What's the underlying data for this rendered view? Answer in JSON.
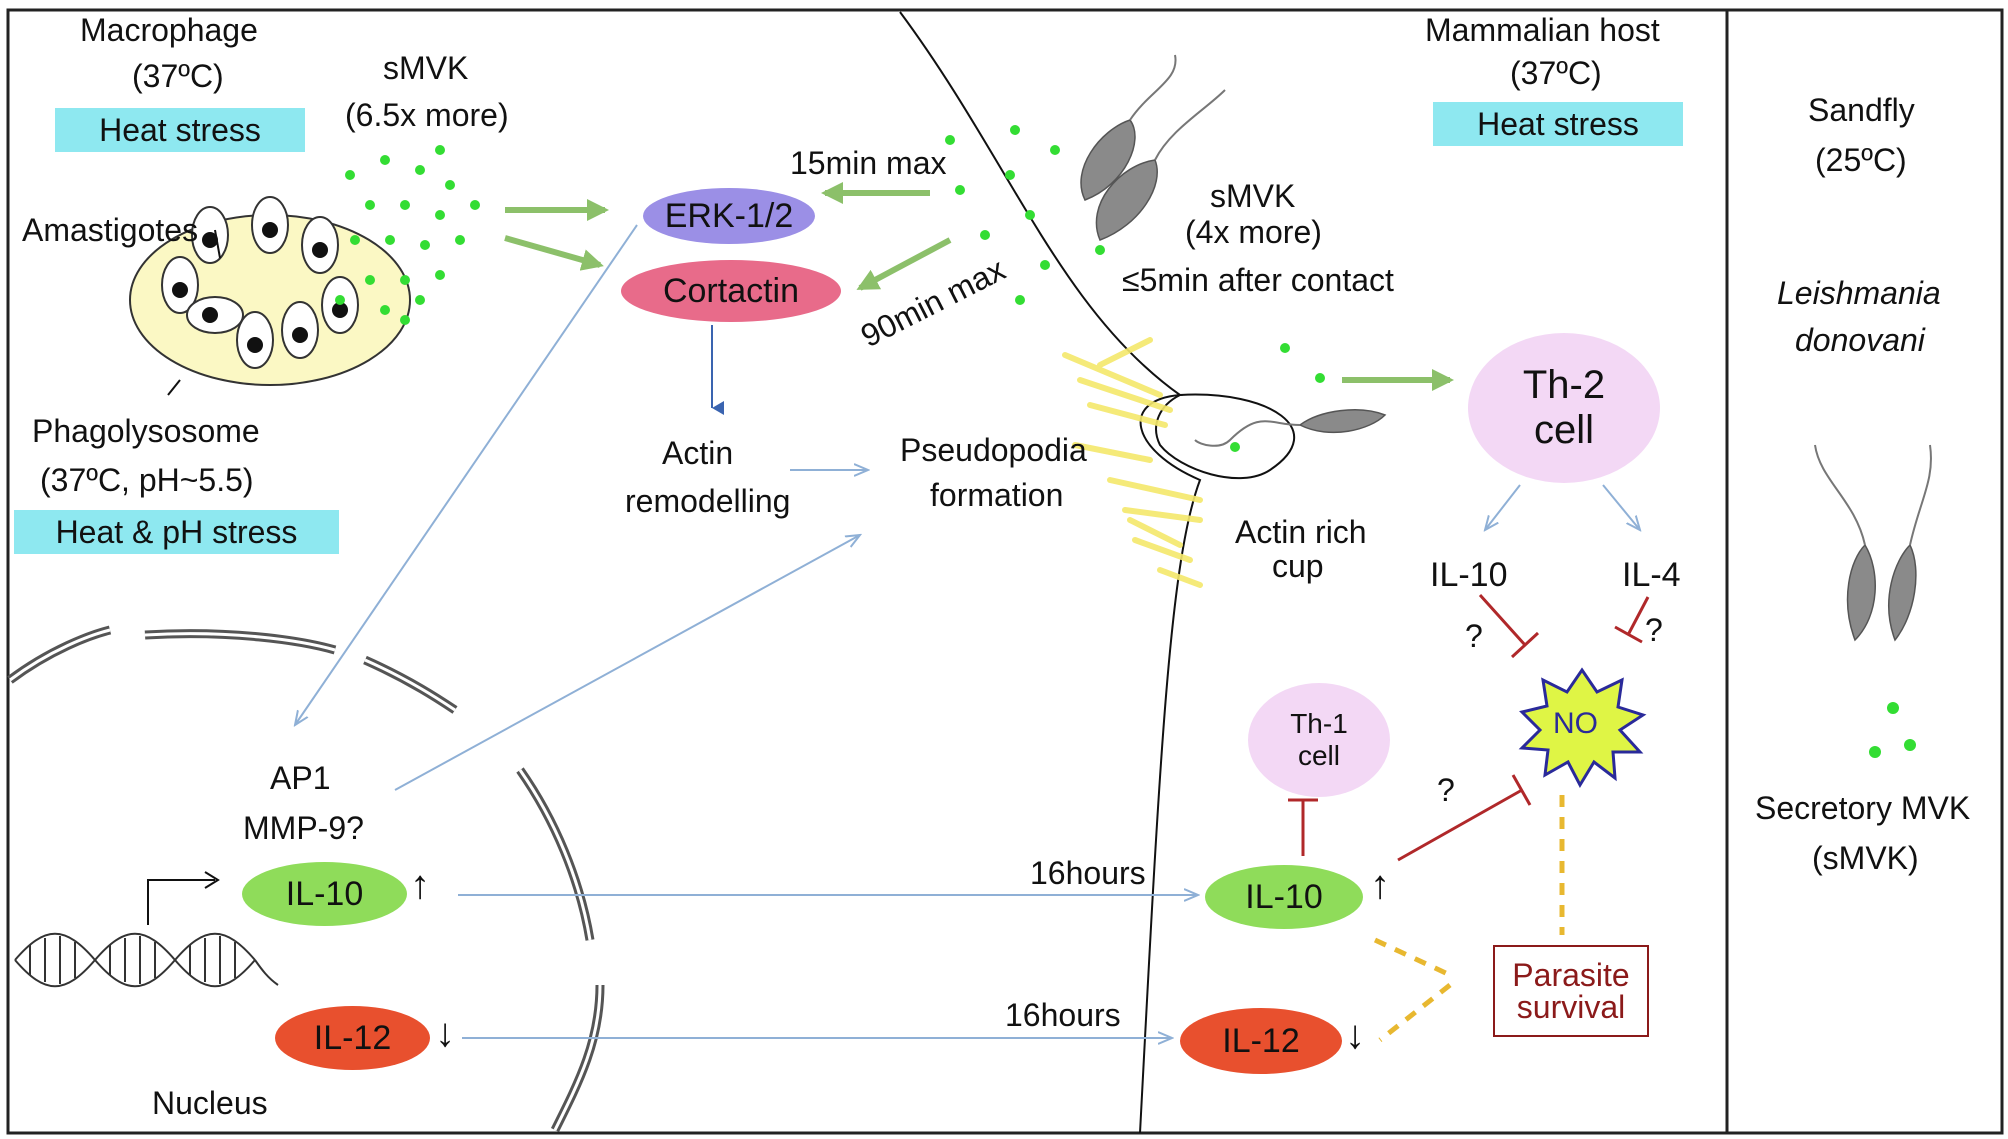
{
  "macrophage": {
    "title": "Macrophage",
    "temp": "(37ºC)",
    "stress": "Heat stress",
    "amastigotes": "Amastigotes",
    "phagolysosome": "Phagolysosome",
    "phago_conditions": "(37ºC, pH~5.5)",
    "phago_stress": "Heat & pH stress",
    "smvk": "sMVK",
    "smvk_amount": "(6.5x more)",
    "nucleus": "Nucleus"
  },
  "signaling": {
    "erk": "ERK-1/2",
    "cortactin": "Cortactin",
    "erk_time": "15min max",
    "cortactin_time": "90min max",
    "actin_1": "Actin",
    "actin_2": "remodelling",
    "pseudo_1": "Pseudopodia",
    "pseudo_2": "formation",
    "ap1": "AP1",
    "mmp9": "MMP-9?",
    "il10": "IL-10",
    "il12": "IL-12",
    "up_arrow": "↑",
    "down_arrow": "↓",
    "hours_1": "16hours",
    "hours_2": "16hours"
  },
  "host": {
    "title": "Mammalian host",
    "temp": "(37ºC)",
    "stress": "Heat stress",
    "smvk": "sMVK",
    "smvk_amount": "(4x more)",
    "contact": "≤5min after contact",
    "actin_cup_1": "Actin rich",
    "actin_cup_2": "cup",
    "th2_1": "Th-2",
    "th2_2": "cell",
    "th1_1": "Th-1",
    "th1_2": "cell",
    "il10": "IL-10",
    "il4": "IL-4",
    "q1": "?",
    "q2": "?",
    "q3": "?",
    "no": "NO",
    "il10_out": "IL-10",
    "il12_out": "IL-12",
    "up_arrow": "↑",
    "down_arrow": "↓",
    "survival_1": "Parasite",
    "survival_2": "survival"
  },
  "sandfly": {
    "title": "Sandfly",
    "temp": "(25ºC)",
    "species_1": "Leishmania",
    "species_2": "donovani",
    "secretory_1": "Secretory MVK",
    "secretory_2": "(sMVK)"
  },
  "colors": {
    "cyan_bar": "#8ee8f0",
    "erk": "#9b8fe6",
    "cortactin": "#e86b8a",
    "il10": "#8fdc5a",
    "il12": "#e8502e",
    "th_cell": "#f3d8f5",
    "green_arrow": "#8cc06a",
    "blue_arrow": "#8fb0d6",
    "inhibit": "#b0282a",
    "dot_green": "#33dd33"
  }
}
